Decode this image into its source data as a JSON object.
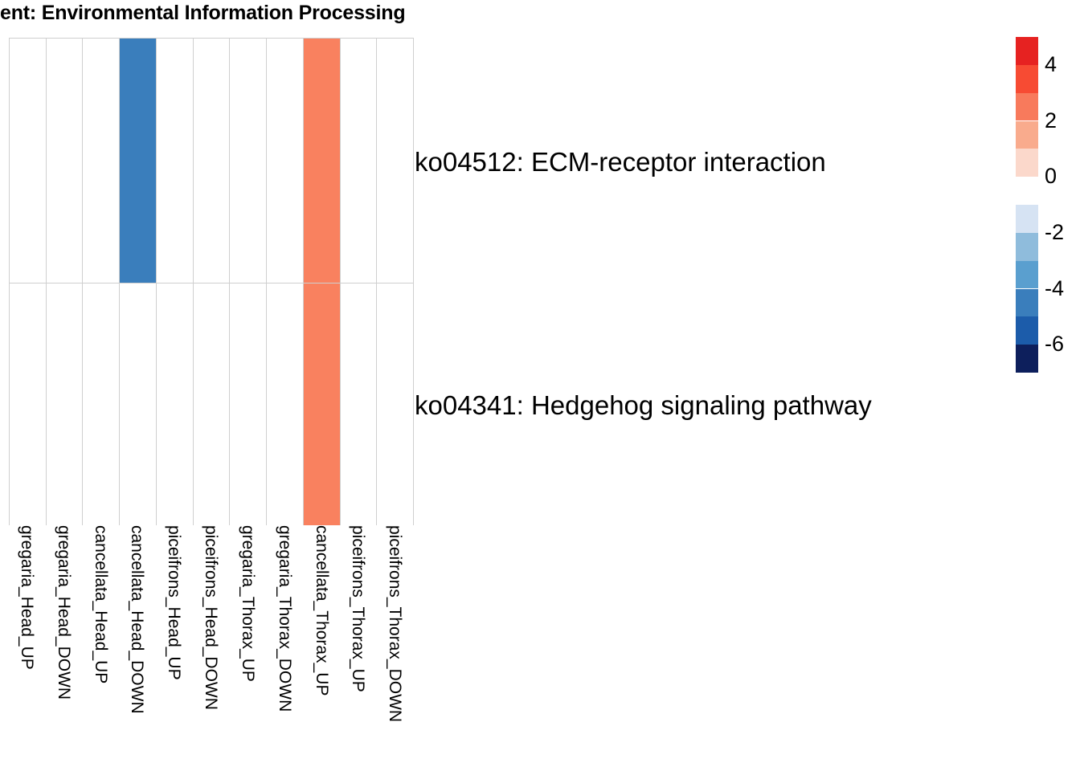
{
  "title": "ment: Environmental Information Processing",
  "chart_data": {
    "type": "heatmap",
    "title": "ment: Environmental Information Processing",
    "xlabel": "",
    "ylabel": "",
    "grid": true,
    "legend_position": "right",
    "categories_x": [
      "gregaria_Head_UP",
      "gregaria_Head_DOWN",
      "cancellata_Head_UP",
      "cancellata_Head_DOWN",
      "piceifrons_Head_UP",
      "piceifrons_Head_DOWN",
      "gregaria_Thorax_UP",
      "gregaria_Thorax_DOWN",
      "cancellata_Thorax_UP",
      "piceifrons_Thorax_UP",
      "piceifrons_Thorax_DOWN"
    ],
    "categories_y": [
      "ko04512: ECM-receptor interaction",
      "ko04341: Hedgehog signaling pathway"
    ],
    "values": [
      [
        null,
        null,
        null,
        -4.2,
        null,
        null,
        null,
        null,
        3.1,
        null,
        null
      ],
      [
        null,
        null,
        null,
        null,
        null,
        null,
        null,
        null,
        3.1,
        null,
        null
      ]
    ],
    "cell_colors": [
      [
        "#ffffff",
        "#ffffff",
        "#ffffff",
        "#3a7ebc",
        "#ffffff",
        "#ffffff",
        "#ffffff",
        "#ffffff",
        "#f9815f",
        "#ffffff",
        "#ffffff"
      ],
      [
        "#ffffff",
        "#ffffff",
        "#ffffff",
        "#ffffff",
        "#ffffff",
        "#ffffff",
        "#ffffff",
        "#ffffff",
        "#f9815f",
        "#ffffff",
        "#ffffff"
      ]
    ],
    "empty_color": "#ffffff",
    "grid_line_color": "#cfcfcf",
    "colorbar": {
      "ticks": [
        "4",
        "2",
        "0",
        "-2",
        "-4",
        "-6"
      ],
      "tick_values": [
        4,
        2,
        0,
        -2,
        -4,
        -6
      ],
      "range": [
        -7,
        5
      ],
      "bands": [
        {
          "color": "#e62221",
          "from": 5,
          "to": 4
        },
        {
          "color": "#f74b33",
          "from": 4,
          "to": 3
        },
        {
          "color": "#f87a5c",
          "from": 3,
          "to": 2
        },
        {
          "color": "#f9ab8d",
          "from": 2,
          "to": 1
        },
        {
          "color": "#fbd8cb",
          "from": 1,
          "to": 0
        },
        {
          "color": "#ffffff",
          "from": 0,
          "to": -1
        },
        {
          "color": "#d6e3f3",
          "from": -1,
          "to": -2
        },
        {
          "color": "#8fbcdc",
          "from": -2,
          "to": -3
        },
        {
          "color": "#5a9fcf",
          "from": -3,
          "to": -4
        },
        {
          "color": "#3a7ebc",
          "from": -4,
          "to": -5
        },
        {
          "color": "#1c5caa",
          "from": -5,
          "to": -6
        },
        {
          "color": "#0d1f5c",
          "from": -6,
          "to": -7
        }
      ]
    }
  }
}
